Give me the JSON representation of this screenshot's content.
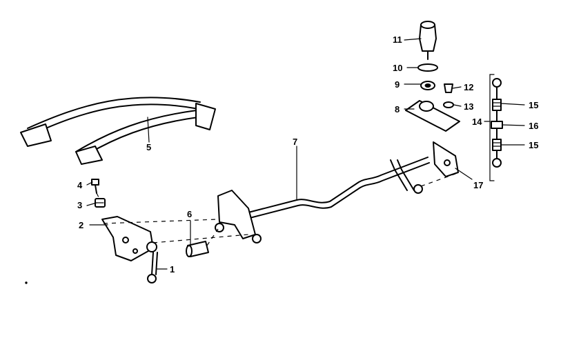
{
  "callouts": {
    "n1": "1",
    "n2": "2",
    "n3": "3",
    "n4": "4",
    "n5": "5",
    "n6": "6",
    "n7": "7",
    "n8": "8",
    "n9": "9",
    "n10": "10",
    "n11": "11",
    "n12": "12",
    "n13": "13",
    "n14": "14",
    "n15a": "15",
    "n15b": "15",
    "n16": "16",
    "n17": "17"
  }
}
